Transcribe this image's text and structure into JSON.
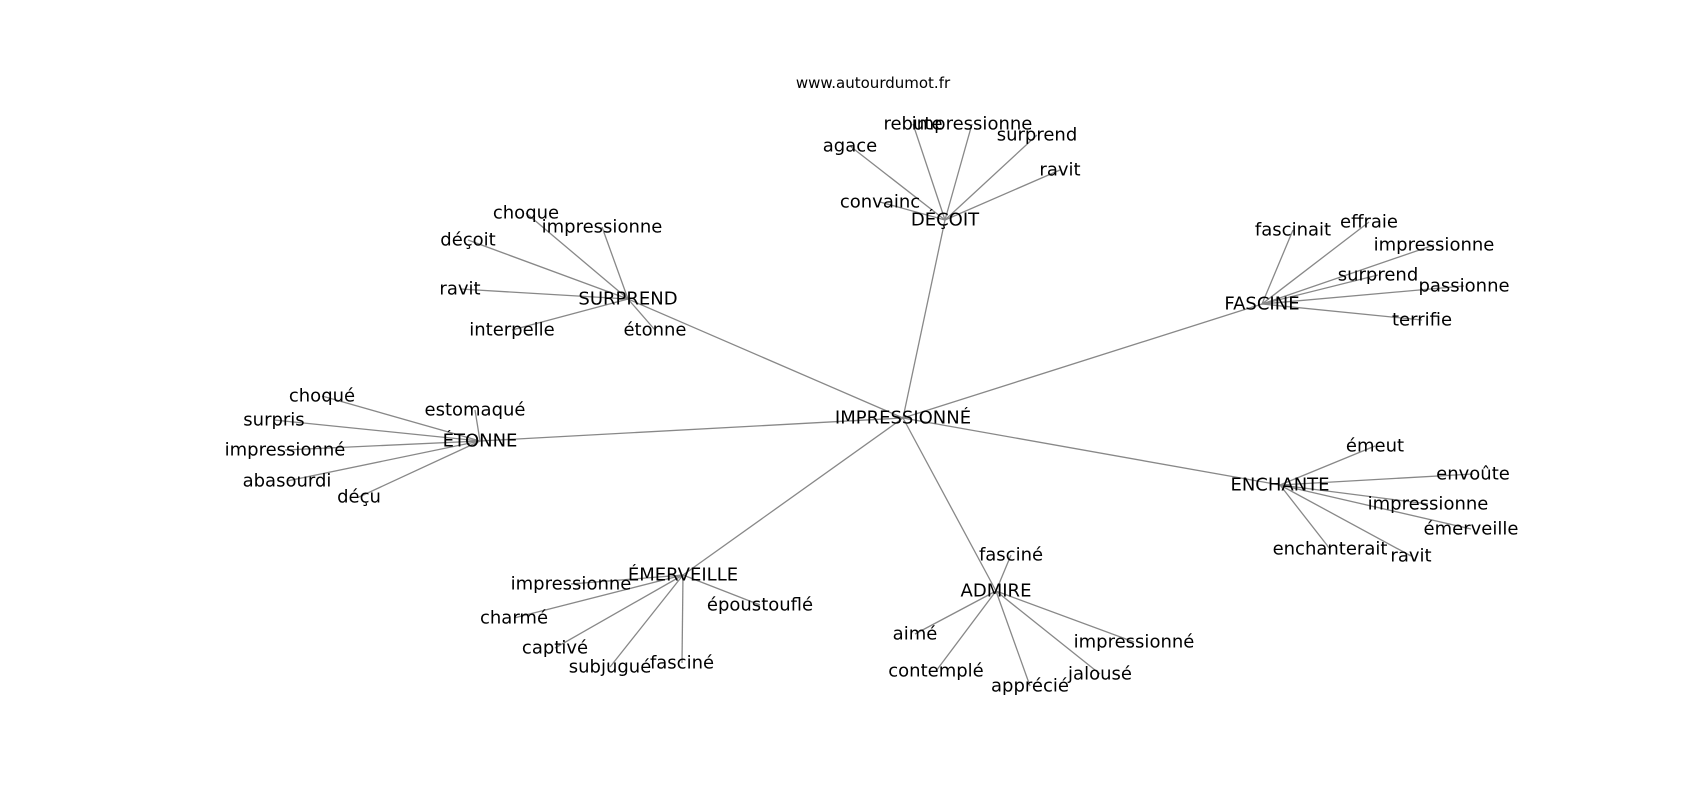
{
  "source": "www.autourdumot.fr",
  "colors": {
    "edge": "#888888",
    "text": "#000000",
    "background": "#ffffff"
  },
  "graph": {
    "center": "IMPRESSIONNÉ",
    "hubs": [
      {
        "label": "DÉÇOIT",
        "leaves": [
          "agace",
          "rebute",
          "impressionne",
          "surprend",
          "ravit",
          "convainc"
        ]
      },
      {
        "label": "SURPREND",
        "leaves": [
          "choque",
          "impressionne",
          "déçoit",
          "ravit",
          "interpelle",
          "étonne"
        ]
      },
      {
        "label": "FASCINE",
        "leaves": [
          "fascinait",
          "effraie",
          "impressionne",
          "surprend",
          "passionne",
          "terrifie"
        ]
      },
      {
        "label": "ÉTONNE",
        "leaves": [
          "choqué",
          "estomaqué",
          "surpris",
          "impressionné",
          "abasourdi",
          "déçu"
        ]
      },
      {
        "label": "ENCHANTE",
        "leaves": [
          "émeut",
          "envoûte",
          "impressionne",
          "émerveille",
          "enchanterait",
          "ravit"
        ]
      },
      {
        "label": "ÉMERVEILLE",
        "leaves": [
          "impressionne",
          "époustouflé",
          "charmé",
          "captivé",
          "subjugué",
          "fasciné"
        ]
      },
      {
        "label": "ADMIRE",
        "leaves": [
          "fasciné",
          "aimé",
          "impressionné",
          "contemplé",
          "jalousé",
          "apprécié"
        ]
      }
    ]
  }
}
